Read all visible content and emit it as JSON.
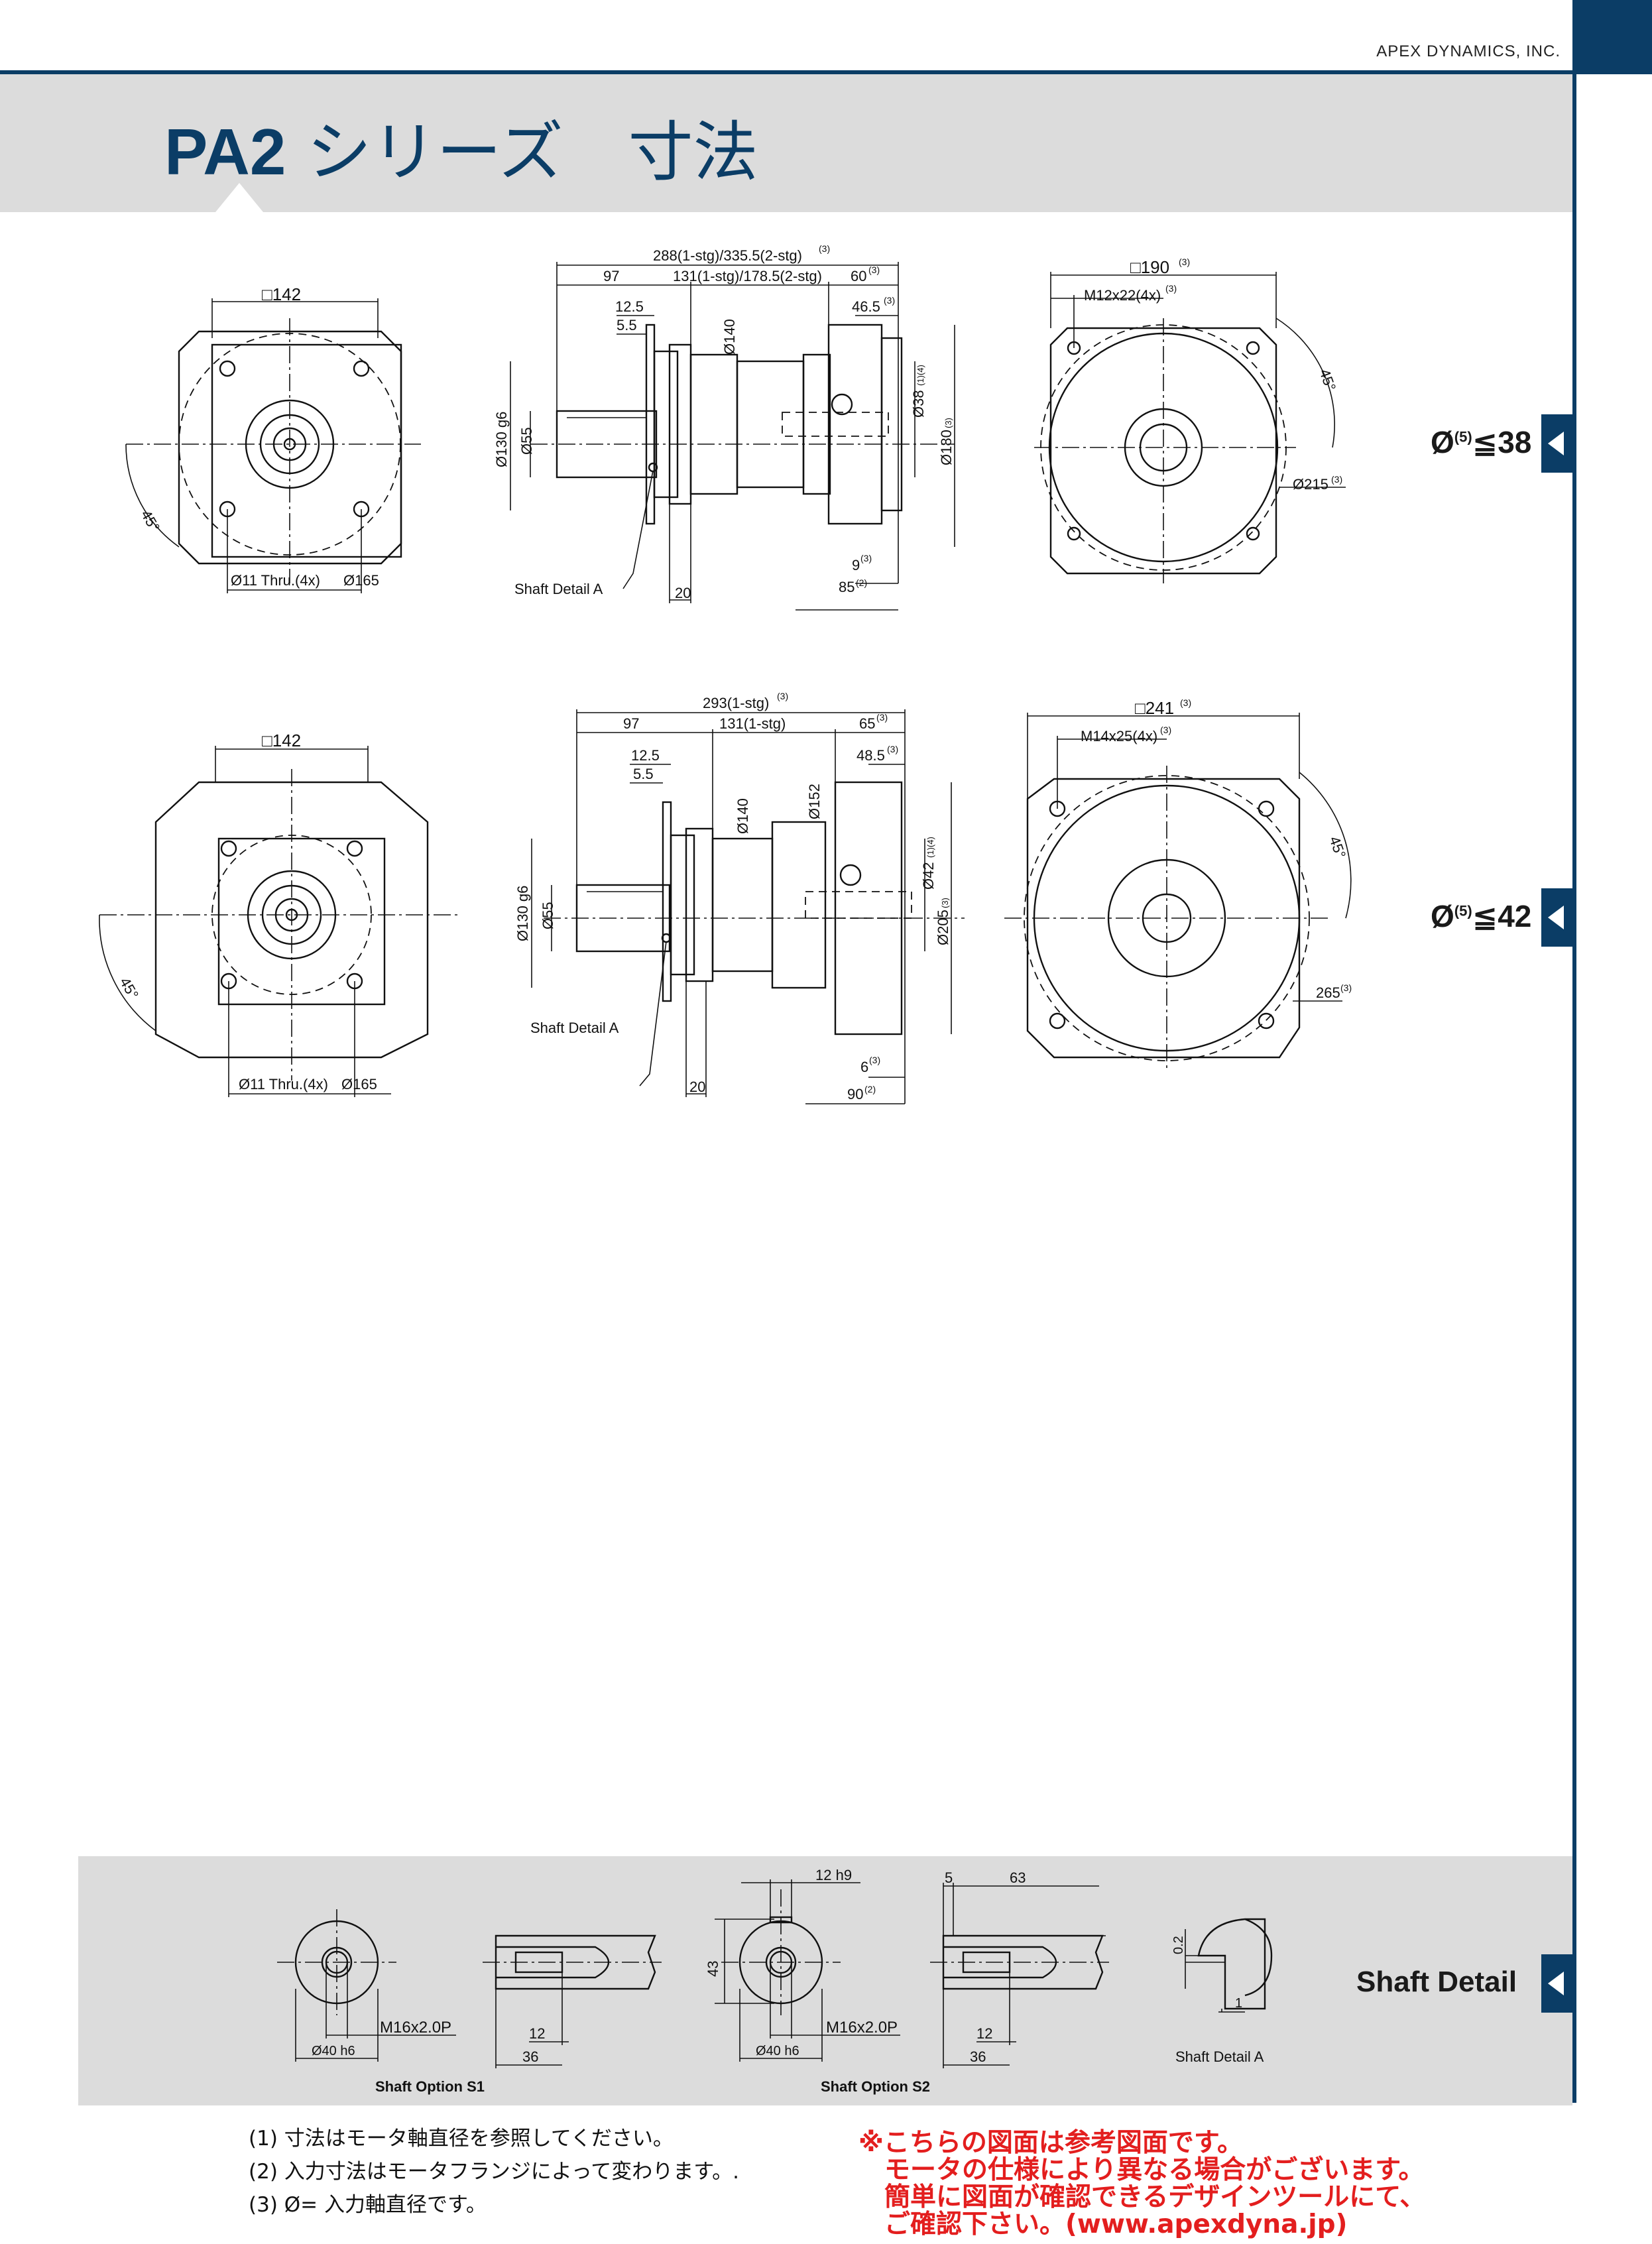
{
  "header": {
    "company": "APEX DYNAMICS, INC.",
    "title_model": "PA2",
    "title_rest": " シリーズ　寸法"
  },
  "sections": [
    {
      "label": "Ø",
      "label_sup": "(5)",
      "label_rest": "≦38",
      "front_left": {
        "square": "□142",
        "holes": "Ø11 Thru.(4x)",
        "pcd": "Ø165",
        "angle": "45°"
      },
      "side": {
        "overall": "288(1-stg)/335.5(2-stg)",
        "overall_note": "(3)",
        "seg_97": "97",
        "seg_body": "131(1-stg)/178.5(2-stg)",
        "seg_60": "60",
        "seg_60_note": "(3)",
        "seg_46": "46.5",
        "seg_46_note": "(3)",
        "d_12": "12.5",
        "d_5": "5.5",
        "dia_140": "Ø140",
        "dia_130": "Ø130 g6",
        "dia_55": "Ø55",
        "dia_38": "Ø38",
        "dia_38_note": "(1)(4)",
        "dia_180": "Ø180",
        "dia_180_note": "(3)",
        "d_20": "20",
        "d_9": "9",
        "d_9_note": "(3)",
        "d_85": "85",
        "d_85_note": "(2)",
        "shaft_detail": "Shaft Detail  A"
      },
      "front_right": {
        "square": "□190",
        "square_note": "(3)",
        "thread": "M12x22(4x)",
        "thread_note": "(3)",
        "angle": "45°",
        "pcd": "Ø215",
        "pcd_note": "(3)"
      }
    },
    {
      "label": "Ø",
      "label_sup": "(5)",
      "label_rest": "≦42",
      "front_left": {
        "square": "□142",
        "holes": "Ø11 Thru.(4x)",
        "pcd": "Ø165",
        "angle": "45°"
      },
      "side": {
        "overall": "293(1-stg)",
        "overall_note": "(3)",
        "seg_97": "97",
        "seg_body": "131(1-stg)",
        "seg_60": "65",
        "seg_60_note": "(3)",
        "seg_46": "48.5",
        "seg_46_note": "(3)",
        "d_12": "12.5",
        "d_5": "5.5",
        "dia_140": "Ø140",
        "dia_152": "Ø152",
        "dia_130": "Ø130 g6",
        "dia_55": "Ø55",
        "dia_38": "Ø42",
        "dia_38_note": "(1)(4)",
        "dia_180": "Ø205",
        "dia_180_note": "(3)",
        "d_20": "20",
        "d_9": "6",
        "d_9_note": "(3)",
        "d_85": "90",
        "d_85_note": "(2)",
        "shaft_detail": "Shaft Detail  A"
      },
      "front_right": {
        "square": "□241",
        "square_note": "(3)",
        "thread": "M14x25(4x)",
        "thread_note": "(3)",
        "angle": "45°",
        "pcd": "265",
        "pcd_note": "(3)"
      }
    }
  ],
  "shaft_detail": {
    "label": "Shaft Detail",
    "s1": {
      "caption": "Shaft Option S1",
      "thread": "M16x2.0P",
      "dia": "Ø40 h6",
      "depth": "12",
      "length": "36"
    },
    "s2": {
      "caption": "Shaft Option S2",
      "thread": "M16x2.0P",
      "dia": "Ø40 h6",
      "depth": "12",
      "length": "36",
      "key_width": "12 h9",
      "key_height": "43",
      "key_offset": "5",
      "key_length": "63"
    },
    "detail_a": {
      "caption": "Shaft  Detail  A",
      "r1": "0.2",
      "r2": "1"
    }
  },
  "notes": [
    "(1) 寸法はモータ軸直径を参照してください。",
    "(2) 入力寸法はモータフランジによって変わります。.",
    "(3) Ø= 入力軸直径です。"
  ],
  "red_notice": [
    "※こちらの図面は参考図面です。",
    "　モータの仕様により異なる場合がございます。",
    "　簡単に図面が確認できるデザインツールにて、",
    "　ご確認下さい。(www.apexdyna.jp)"
  ],
  "colors": {
    "brand": "#0b3d66",
    "band": "#dcdcdc",
    "notice": "#e31e1e"
  }
}
